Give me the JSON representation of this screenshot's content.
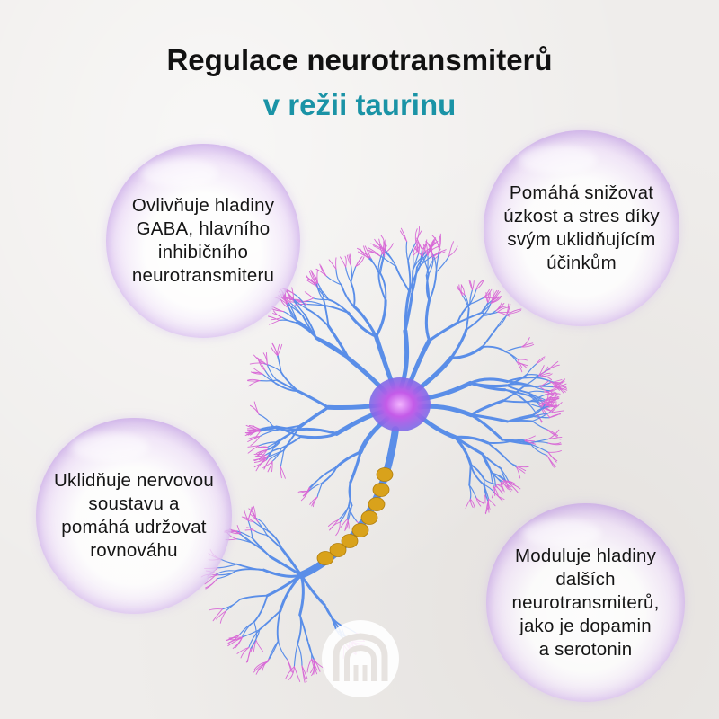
{
  "title": "Regulace neurotransmiterů",
  "subtitle": "v režii taurinu",
  "bubbles": [
    {
      "text": "Ovlivňuje hladiny\nGABA, hlavního\ninhibičního\nneurotransmiteru"
    },
    {
      "text": "Pomáhá snižovat\núzkost a stres díky\nsvým uklidňujícím\núčinkům"
    },
    {
      "text": "Uklidňuje nervovou\nsoustavu a\npomáhá udržovat\nrovnováhu"
    },
    {
      "text": "Moduluje hladiny\ndalších\nneurotransmiterů,\njako je dopamin\na serotonin"
    }
  ],
  "colors": {
    "title": "#111111",
    "subtitle": "#1a93a6",
    "neuron_dendrite": "#5a8ee8",
    "neuron_soma": "#c45be8",
    "myelin": "#d9a21b",
    "dendrite_tips": "#d86ad6"
  },
  "icons": {
    "neuron": "neuron-illustration-icon",
    "logo": "brand-logo-icon"
  }
}
